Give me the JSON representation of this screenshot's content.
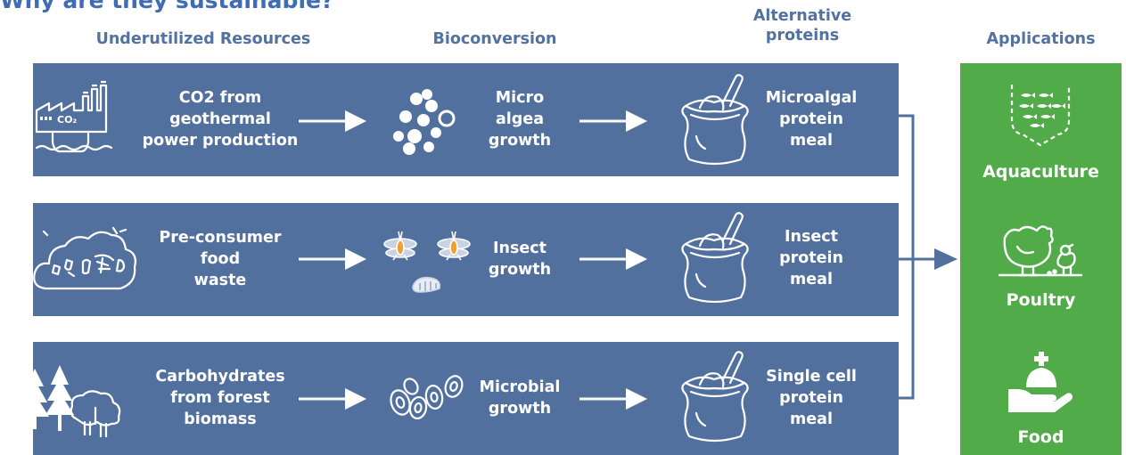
{
  "title": "Why are they sustainable?",
  "columns": {
    "resources": "Underutilized Resources",
    "bioconversion": "Bioconversion",
    "alternative": "Alternative\nproteins",
    "applications": "Applications"
  },
  "rows": [
    {
      "resource": "CO2 from\ngeothermal\npower production",
      "co2_label": "CO₂",
      "process": "Micro\nalgea\ngrowth",
      "protein": "Microalgal\nprotein\nmeal",
      "resource_icon": "factory-icon",
      "process_icon": "microalgae-icon",
      "protein_icon": "sack-icon"
    },
    {
      "resource": "Pre-consumer\nfood\nwaste",
      "process": "Insect\ngrowth",
      "protein": "Insect\nprotein\nmeal",
      "resource_icon": "food-waste-icon",
      "process_icon": "insect-icon",
      "protein_icon": "sack-icon"
    },
    {
      "resource": "Carbohydrates\nfrom forest\nbiomass",
      "process": "Microbial\ngrowth",
      "protein": "Single cell\nprotein\nmeal",
      "resource_icon": "forest-icon",
      "process_icon": "microbe-icon",
      "protein_icon": "sack-icon"
    }
  ],
  "applications": [
    {
      "label": "Aquaculture",
      "icon": "fish-net-icon"
    },
    {
      "label": "Poultry",
      "icon": "chicken-icon"
    },
    {
      "label": "Food",
      "icon": "food-hand-icon"
    }
  ],
  "colors": {
    "row_fill": "#52709e",
    "header_text": "#5272a0",
    "title_text": "#3f6db4",
    "applications_fill": "#51ab48",
    "connector": "#52709e"
  }
}
